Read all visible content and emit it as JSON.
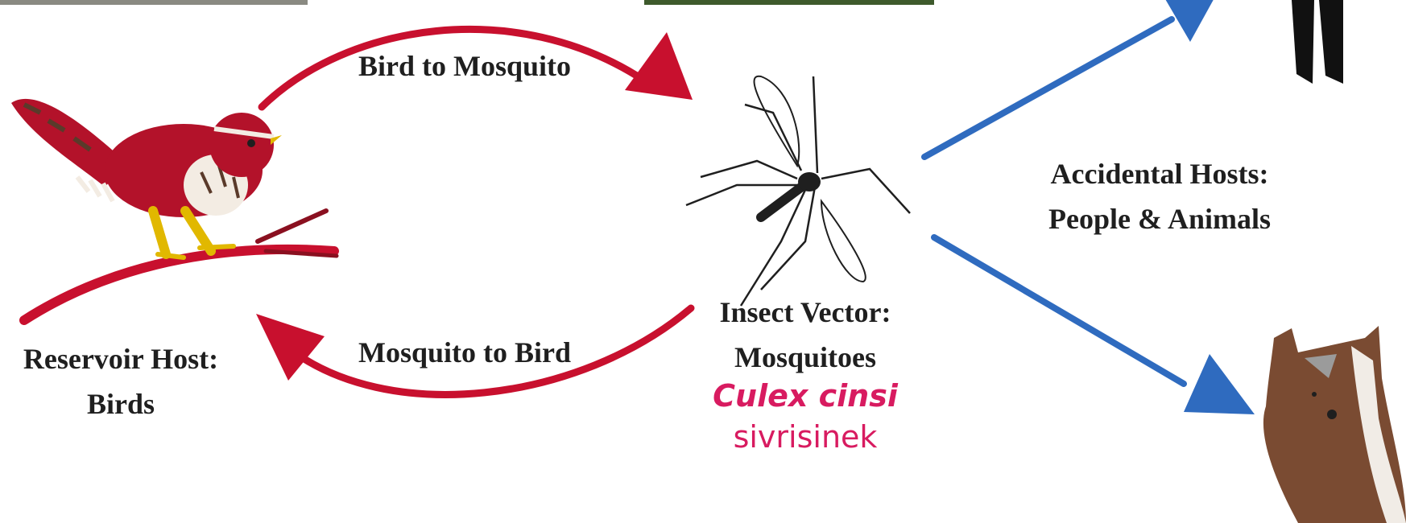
{
  "nodes": {
    "reservoir_host": {
      "line1": "Reservoir Host:",
      "line2": "Birds"
    },
    "insect_vector": {
      "line1": "Insect Vector:",
      "line2": "Mosquitoes",
      "species": "Culex cinsi",
      "common_name": "sivrisinek"
    },
    "accidental_hosts": {
      "line1": "Accidental Hosts:",
      "line2": "People & Animals"
    }
  },
  "edges": {
    "bird_to_mosquito": "Bird to Mosquito",
    "mosquito_to_bird": "Mosquito to Bird"
  },
  "colors": {
    "transmission_arrow": "#c8102e",
    "spillover_arrow": "#2f6bbf",
    "species_text": "#d81b60"
  },
  "icons": [
    "bird-icon",
    "mosquito-icon",
    "human-legs-icon",
    "horse-icon",
    "top-photo-left",
    "top-photo-center"
  ]
}
